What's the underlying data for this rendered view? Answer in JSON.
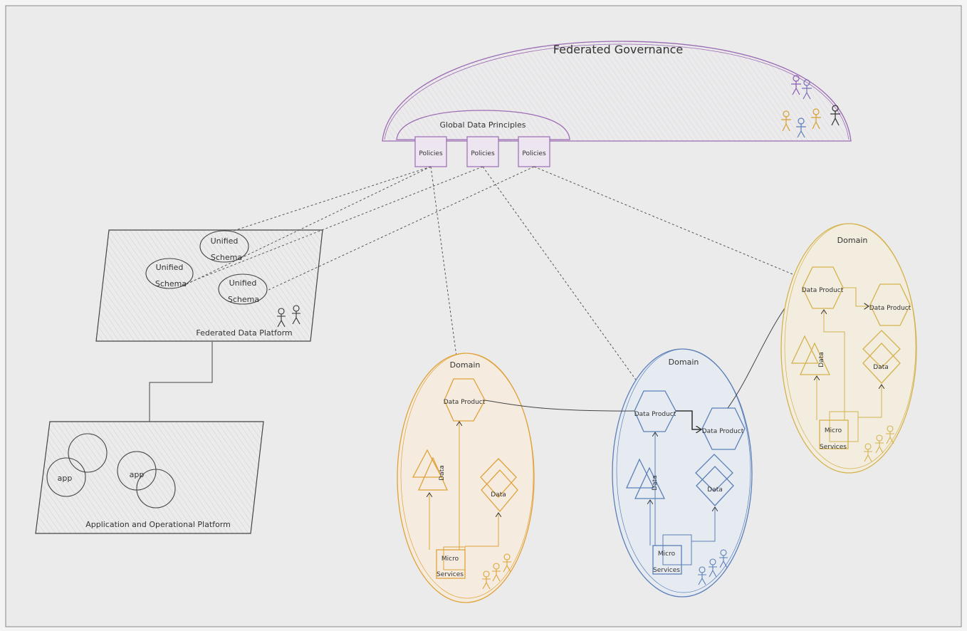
{
  "governance": {
    "title": "Federated Governance",
    "principles_title": "Global Data Principles",
    "policies": [
      "Policies",
      "Policies",
      "Policies"
    ]
  },
  "platform": {
    "title": "Federated Data Platform",
    "schemas": [
      {
        "line1": "Unified",
        "line2": "Schema"
      },
      {
        "line1": "Unified",
        "line2": "Schema"
      },
      {
        "line1": "Unified",
        "line2": "Schema"
      }
    ]
  },
  "app_platform": {
    "title": "Application and Operational Platform",
    "apps": [
      "app",
      "app"
    ]
  },
  "domains": [
    {
      "title": "Domain",
      "data_products": [
        "Data Product"
      ],
      "data_labels": [
        "Data",
        "Data"
      ],
      "service_line1": "Micro",
      "service_line2": "Services",
      "color": "#e0a23a",
      "fill": "#f8ecdc"
    },
    {
      "title": "Domain",
      "data_products": [
        "Data Product",
        "Data Product"
      ],
      "data_labels": [
        "Data",
        "Data"
      ],
      "service_line1": "Micro",
      "service_line2": "Services",
      "color": "#5b7fb8",
      "fill": "#e3e9f1"
    },
    {
      "title": "Domain",
      "data_products": [
        "Data Product",
        "Data Product"
      ],
      "data_labels": [
        "Data",
        "Data"
      ],
      "service_line1": "Micro",
      "service_line2": "Services",
      "color": "#d4b24e",
      "fill": "#f4eedb"
    }
  ],
  "colors": {
    "governance": "#9b6bb3",
    "governance_fill": "#ece4ef",
    "platform_stroke": "#444444",
    "connector": "#555555"
  }
}
